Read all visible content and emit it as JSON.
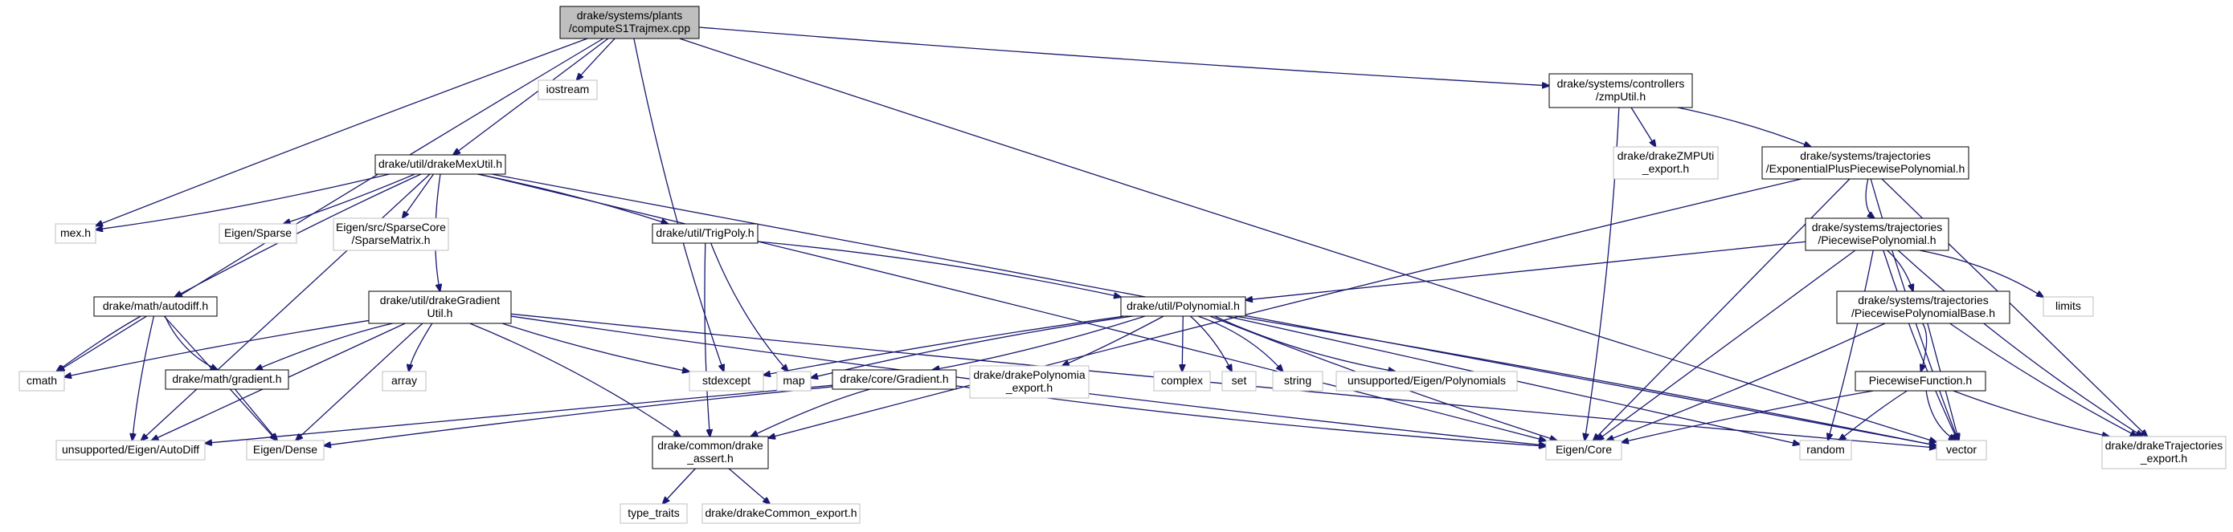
{
  "colors": {
    "edge": "#191970",
    "main_fill": "#bfbfbf",
    "file_border": "#000000",
    "external_border": "#bfbfbf",
    "background": "#ffffff"
  },
  "nodes": [
    {
      "id": "main",
      "kind": "main",
      "lines": [
        "drake/systems/plants",
        "/computeS1Trajmex.cpp"
      ]
    },
    {
      "id": "iostream",
      "kind": "ext",
      "lines": [
        "iostream"
      ]
    },
    {
      "id": "zmputil",
      "kind": "file",
      "lines": [
        "drake/systems/controllers",
        "/zmpUtil.h"
      ]
    },
    {
      "id": "drakezmp",
      "kind": "ext",
      "lines": [
        "drake/drakeZMPUti",
        "_export.h"
      ]
    },
    {
      "id": "exppp",
      "kind": "file",
      "lines": [
        "drake/systems/trajectories",
        "/ExponentialPlusPiecewisePolynomial.h"
      ]
    },
    {
      "id": "mexutil",
      "kind": "file",
      "lines": [
        "drake/util/drakeMexUtil.h"
      ]
    },
    {
      "id": "mex",
      "kind": "ext",
      "lines": [
        "mex.h"
      ]
    },
    {
      "id": "eigensparse",
      "kind": "ext",
      "lines": [
        "Eigen/Sparse"
      ]
    },
    {
      "id": "sparsematrix",
      "kind": "ext",
      "lines": [
        "Eigen/src/SparseCore",
        "/SparseMatrix.h"
      ]
    },
    {
      "id": "trigpoly",
      "kind": "file",
      "lines": [
        "drake/util/TrigPoly.h"
      ]
    },
    {
      "id": "pwpoly",
      "kind": "file",
      "lines": [
        "drake/systems/trajectories",
        "/PiecewisePolynomial.h"
      ]
    },
    {
      "id": "autodiff",
      "kind": "file",
      "lines": [
        "drake/math/autodiff.h"
      ]
    },
    {
      "id": "gradutil",
      "kind": "file",
      "lines": [
        "drake/util/drakeGradient",
        "Util.h"
      ]
    },
    {
      "id": "polynomial",
      "kind": "file",
      "lines": [
        "drake/util/Polynomial.h"
      ]
    },
    {
      "id": "limits",
      "kind": "ext",
      "lines": [
        "limits"
      ]
    },
    {
      "id": "pwpolybase",
      "kind": "file",
      "lines": [
        "drake/systems/trajectories",
        "/PiecewisePolynomialBase.h"
      ]
    },
    {
      "id": "cmath",
      "kind": "ext",
      "lines": [
        "cmath"
      ]
    },
    {
      "id": "mathgradient",
      "kind": "file",
      "lines": [
        "drake/math/gradient.h"
      ]
    },
    {
      "id": "array",
      "kind": "ext",
      "lines": [
        "array"
      ]
    },
    {
      "id": "stdexcept",
      "kind": "ext",
      "lines": [
        "stdexcept"
      ]
    },
    {
      "id": "map",
      "kind": "ext",
      "lines": [
        "map"
      ]
    },
    {
      "id": "coregradient",
      "kind": "file",
      "lines": [
        "drake/core/Gradient.h"
      ]
    },
    {
      "id": "polyexport",
      "kind": "ext",
      "lines": [
        "drake/drakePolynomia",
        "_export.h"
      ]
    },
    {
      "id": "complex",
      "kind": "ext",
      "lines": [
        "complex"
      ]
    },
    {
      "id": "set",
      "kind": "ext",
      "lines": [
        "set"
      ]
    },
    {
      "id": "string",
      "kind": "ext",
      "lines": [
        "string"
      ]
    },
    {
      "id": "unsupoly",
      "kind": "ext",
      "lines": [
        "unsupported/Eigen/Polynomials"
      ]
    },
    {
      "id": "pwfunc",
      "kind": "file",
      "lines": [
        "PiecewiseFunction.h"
      ]
    },
    {
      "id": "unsuauto",
      "kind": "ext",
      "lines": [
        "unsupported/Eigen/AutoDiff"
      ]
    },
    {
      "id": "eigendense",
      "kind": "ext",
      "lines": [
        "Eigen/Dense"
      ]
    },
    {
      "id": "assert",
      "kind": "file",
      "lines": [
        "drake/common/drake",
        "_assert.h"
      ]
    },
    {
      "id": "eigencore",
      "kind": "ext",
      "lines": [
        "Eigen/Core"
      ]
    },
    {
      "id": "random",
      "kind": "ext",
      "lines": [
        "random"
      ]
    },
    {
      "id": "vector",
      "kind": "ext",
      "lines": [
        "vector"
      ]
    },
    {
      "id": "trajexport",
      "kind": "ext",
      "lines": [
        "drake/drakeTrajectories",
        "_export.h"
      ]
    },
    {
      "id": "typetraits",
      "kind": "ext",
      "lines": [
        "type_traits"
      ]
    },
    {
      "id": "commonexport",
      "kind": "ext",
      "lines": [
        "drake/drakeCommon_export.h"
      ]
    }
  ]
}
